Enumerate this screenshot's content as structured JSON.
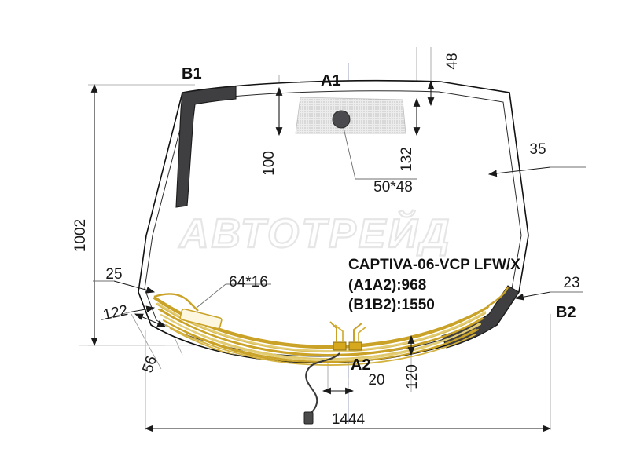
{
  "drawing": {
    "title": "CAPTIVA-06-VCP LFW/X",
    "spec_a": "(A1A2):968",
    "spec_b": "(B1B2):1550",
    "watermark": "АВТОТРЕЙД"
  },
  "corner_labels": {
    "b1": "B1",
    "b2": "B2",
    "a1": "A1",
    "a2": "A2"
  },
  "dimensions": {
    "overall_height": "1002",
    "overall_width": "1444",
    "top_band_48": "48",
    "mirror_drop_100": "100",
    "shade_band_132": "132",
    "right_band_35": "35",
    "left_band_25": "25",
    "left_lower_122": "122",
    "left_bottom_56": "56",
    "right_band_23": "23",
    "bottom_offset_20": "20",
    "bottom_band_120": "120",
    "mirror_patch": "50*48",
    "heater_tab": "64*16"
  },
  "colors": {
    "glass_outline": "#111111",
    "band_dark": "#3f3f41",
    "heater_gold": "#c9a227",
    "heater_gold_light": "#e8d77a",
    "shade_fill": "#e9e9e9",
    "dim_line": "#6f6f6f",
    "watermark": "#e6e6e6"
  }
}
